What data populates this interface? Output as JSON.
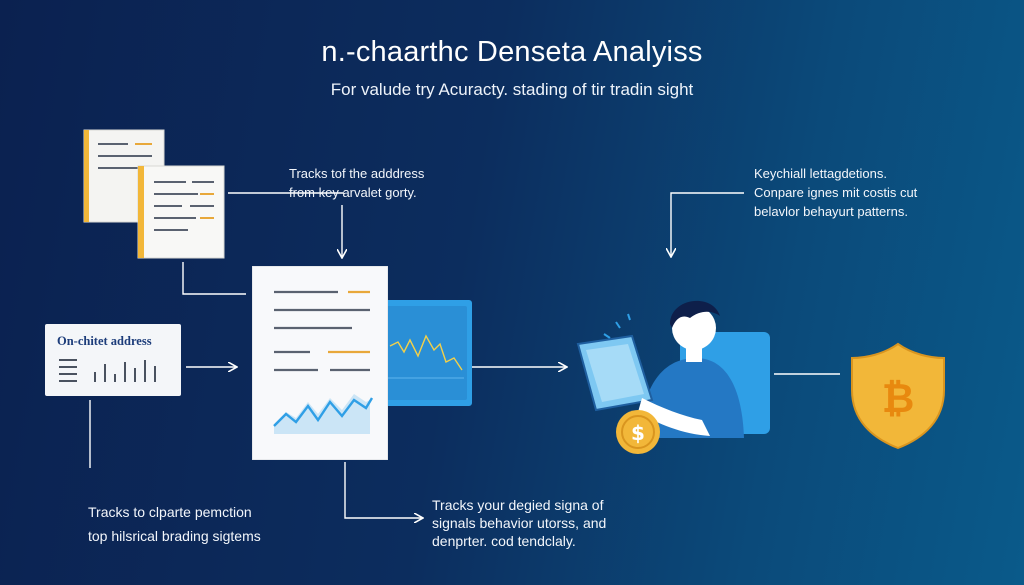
{
  "header": {
    "title": "n.-chaarthc Denseta Analyiss",
    "subtitle": "For valude try Acuracty. stading of tir tradin sight"
  },
  "notes": {
    "top_center": {
      "line1": "Tracks tof the adddress",
      "line2": "from key arvalet gorty."
    },
    "top_right": {
      "line1": "Keychiall lettagdetions.",
      "line2": "Conpare ignes mit costis cut",
      "line3": "belavlor behayurt patterns."
    },
    "bottom_left": {
      "line1": "Tracks to clparte pemction",
      "line2": "top hilsrical brading sigtems"
    },
    "bottom_center": {
      "line1": "Tracks your degied signa of",
      "line2": "signals behavior utorss, and",
      "line3": "denprter. cod tendclaly."
    }
  },
  "address_card": {
    "title": "On-chitet address"
  },
  "colors": {
    "background_left": "#0b2150",
    "background_right": "#0a5a8a",
    "accent_blue": "#2f9fe6",
    "accent_gold": "#f2b739",
    "document_line": "#5a6270",
    "document_accent": "#e8a83a"
  },
  "icons": {
    "documents": "document-stack-icon",
    "report": "report-document-icon",
    "chart_screen": "chart-screen-icon",
    "analyst": "analyst-with-tablet-icon",
    "coin": "dollar-coin-icon",
    "shield": "bitcoin-shield-icon",
    "coin_symbol": "$",
    "shield_symbol": "₿"
  }
}
